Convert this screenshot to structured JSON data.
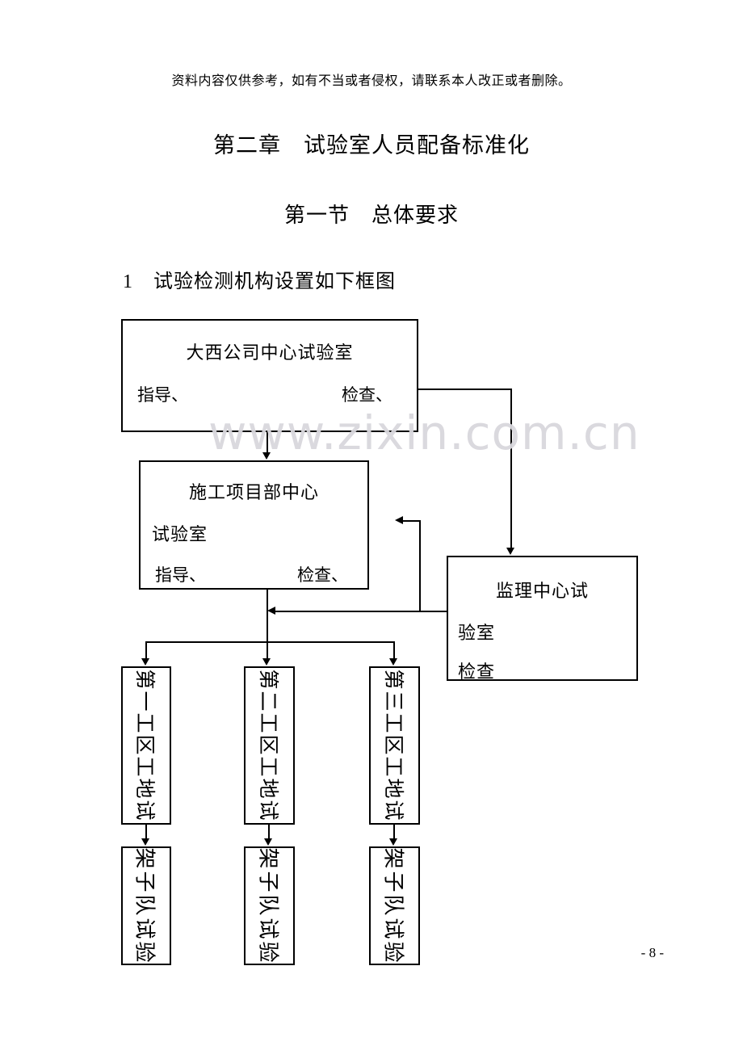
{
  "page": {
    "disclaimer": "资料内容仅供参考，如有不当或者侵权，请联系本人改正或者删除。",
    "chapter_title": "第二章　试验室人员配备标准化",
    "section_title": "第一节　总体要求",
    "item_heading": "1　试验检测机构设置如下框图",
    "watermark": "www.zixin.com.cn",
    "page_number": "- 8 -"
  },
  "diagram": {
    "company_lab": {
      "title": "大西公司中心试验室",
      "label_left": "指导、",
      "label_right": "检查、"
    },
    "project_lab": {
      "line1": "施工项目部中心",
      "line2": "试验室",
      "label_left": "指导、",
      "label_right": "检查、"
    },
    "supervision_lab": {
      "line1": "监理中心试",
      "line2": "验室",
      "line3": "检查"
    },
    "site_labs": [
      {
        "label": "第一工区工地试"
      },
      {
        "label": "第二工区工地试"
      },
      {
        "label": "第三工区工地试"
      }
    ],
    "team_labs": [
      {
        "label": "架子队试验"
      },
      {
        "label": "架子队试验"
      },
      {
        "label": "架子队试验"
      }
    ]
  }
}
